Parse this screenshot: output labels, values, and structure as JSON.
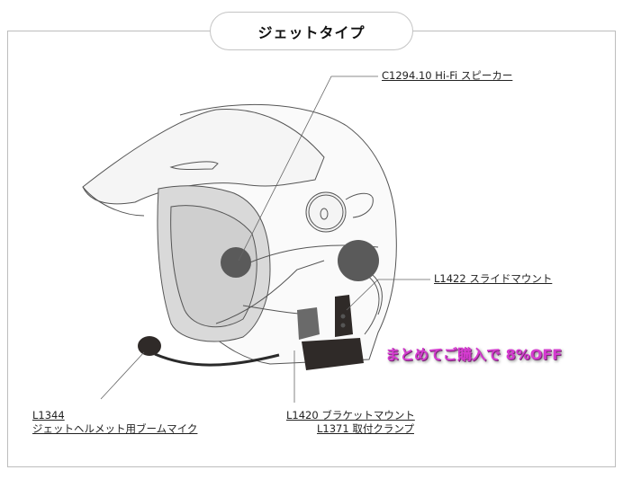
{
  "header": {
    "title": "ジェットタイプ"
  },
  "callouts": [
    {
      "id": "speaker",
      "label": "C1294.10 Hi-Fi スピーカー"
    },
    {
      "id": "slide-mount",
      "label": "L1422 スライドマウント"
    },
    {
      "id": "boom-mic",
      "line1": "L1344",
      "line2": "ジェットヘルメット用ブームマイク"
    },
    {
      "id": "bracket",
      "line1": "L1420 ブラケットマウント",
      "line2": "L1371 取付クランプ"
    }
  ],
  "promo": {
    "text": "まとめてご購入で 8%OFF",
    "color": "#d53bd0"
  },
  "illustration": {
    "subject": "jet-helmet-with-intercom-parts"
  }
}
